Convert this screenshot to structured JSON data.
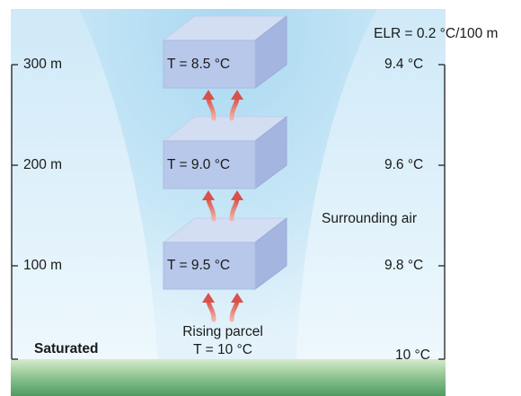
{
  "elr_label": "ELR = 0.2 °C/100 m",
  "altitudes": [
    "300 m",
    "200 m",
    "100 m"
  ],
  "surrounding_temps": [
    "9.4 °C",
    "9.6 °C",
    "9.8 °C",
    "10 °C"
  ],
  "parcel_temps": [
    "T = 8.5 °C",
    "T = 9.0 °C",
    "T = 9.5 °C"
  ],
  "surrounding_label": "Surrounding air",
  "rising_label": "Rising parcel",
  "rising_temp": "T = 10 °C",
  "saturated_label": "Saturated",
  "colors": {
    "sky": "#d6eefa",
    "funnel": "#bfe3f5",
    "box_front": "#b8c8ea",
    "box_top": "#d3def3",
    "box_side": "#a4b6e0",
    "arrow": "#d8514a",
    "ground_top": "#cfe6c4",
    "ground_bottom": "#4f9a62",
    "bracket": "#222222"
  }
}
